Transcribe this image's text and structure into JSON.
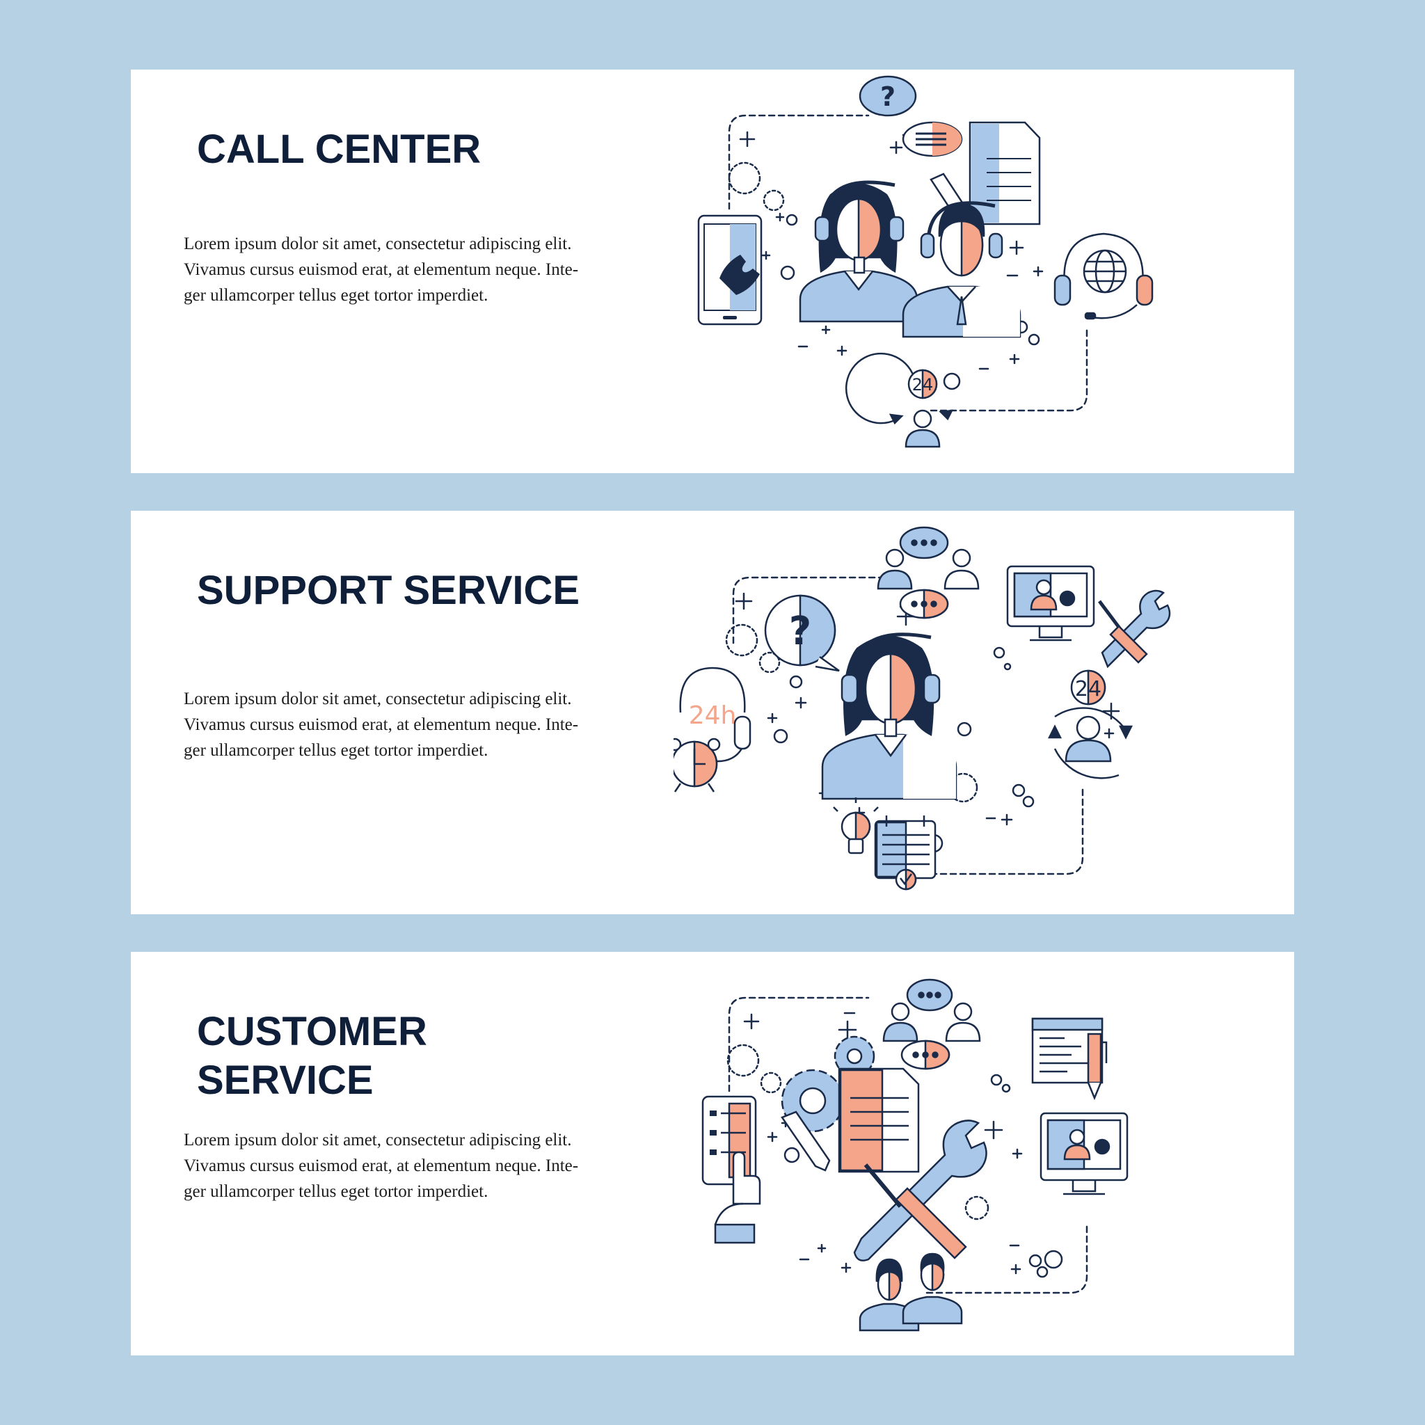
{
  "colors": {
    "background": "#b5d1e3",
    "card": "#ffffff",
    "title": "#0f1f3a",
    "blue": "#a9c7e8",
    "salmon": "#f4a58a",
    "ink": "#1a2b4a"
  },
  "banners": [
    {
      "title": "CALL CENTER",
      "body": "Lorem ipsum dolor sit amet, consectetur adipiscing elit.\nVivamus cursus euismod erat, at elementum neque. Inte-\nger ullamcorper tellus eget tortor imperdiet.",
      "badge": "24",
      "icons": [
        "smartphone-call-icon",
        "question-bubble-icon",
        "chat-bubble-icon",
        "document-icon",
        "pencil-icon",
        "operator-woman-icon",
        "operator-man-icon",
        "headset-globe-icon",
        "24-hour-support-icon"
      ]
    },
    {
      "title": "SUPPORT SERVICE",
      "body": "Lorem ipsum dolor sit amet, consectetur adipiscing elit.\nVivamus cursus euismod erat, at elementum neque. Inte-\nger ullamcorper tellus eget tortor imperdiet.",
      "badge": "24",
      "clock_label": "24h",
      "icons": [
        "users-chat-icon",
        "question-bubble-icon",
        "operator-woman-icon",
        "monitor-user-icon",
        "tools-icon",
        "24-hour-support-icon",
        "alarm-clock-headset-icon",
        "lightbulb-icon",
        "calendar-check-icon"
      ]
    },
    {
      "title": "CUSTOMER\nSERVICE",
      "body": "Lorem ipsum dolor sit amet, consectetur adipiscing elit.\nVivamus cursus euismod erat, at elementum neque. Inte-\nger ullamcorper tellus eget tortor imperdiet.",
      "icons": [
        "users-chat-icon",
        "gears-document-icon",
        "wrench-screwdriver-icon",
        "tablet-touch-icon",
        "code-window-pen-icon",
        "monitor-user-icon",
        "team-icon"
      ]
    }
  ]
}
